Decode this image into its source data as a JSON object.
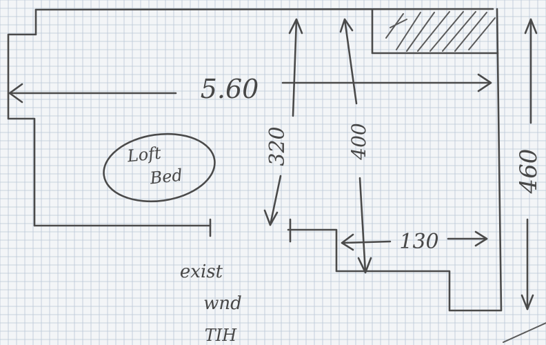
{
  "sheet": {
    "paper": "graph-paper",
    "ink_color": "#4a4a4a",
    "grid_color": "#b9c6d6"
  },
  "labels": {
    "width_total": "5.60",
    "height_middle": "320",
    "height_inner": "400",
    "height_right": "460",
    "width_small": "130",
    "bed_line1": "Loft",
    "bed_line2": "Bed",
    "note_line1": "exist",
    "note_line2": "wnd",
    "note_line3": "TIH"
  }
}
